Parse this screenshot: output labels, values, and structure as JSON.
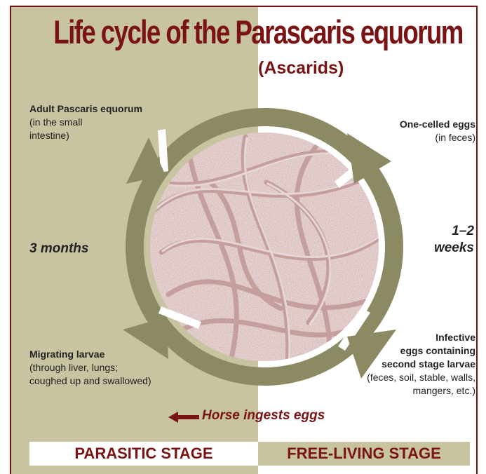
{
  "title": "Life cycle of the Parascaris equorum",
  "subtitle": "(Ascarids)",
  "colors": {
    "accent": "#7a1414",
    "parasitic_bg": "#c8c3a0",
    "free_living_bg": "#ffffff",
    "cycle_arrow": "#8c8a62",
    "worm_image_tint": "#a06a6a"
  },
  "stages": {
    "adult": {
      "title": "Adult Pascaris equorum",
      "detail_1": "(in the small",
      "detail_2": "intestine)"
    },
    "eggs": {
      "title": "One-celled eggs",
      "detail": "(in feces)"
    },
    "infective": {
      "title_1": "Infective",
      "title_2": "eggs containing",
      "title_3": "second stage larvae",
      "detail_1": "(feces, soil, stable, walls,",
      "detail_2": "mangers, etc.)"
    },
    "migrating": {
      "title": "Migrating larvae",
      "detail_1": "(through liver, lungs;",
      "detail_2": "coughed up and swallowed)"
    }
  },
  "durations": {
    "parasitic": "3 months",
    "free_living_1": "1–2",
    "free_living_2": "weeks"
  },
  "ingest_label": "Horse ingests eggs",
  "footer": {
    "parasitic": "PARASITIC STAGE",
    "free_living": "FREE-LIVING STAGE"
  },
  "icons": {
    "cycle": "cycle-arrows-icon",
    "ingest": "left-arrow-icon",
    "worms": "roundworm-image"
  }
}
